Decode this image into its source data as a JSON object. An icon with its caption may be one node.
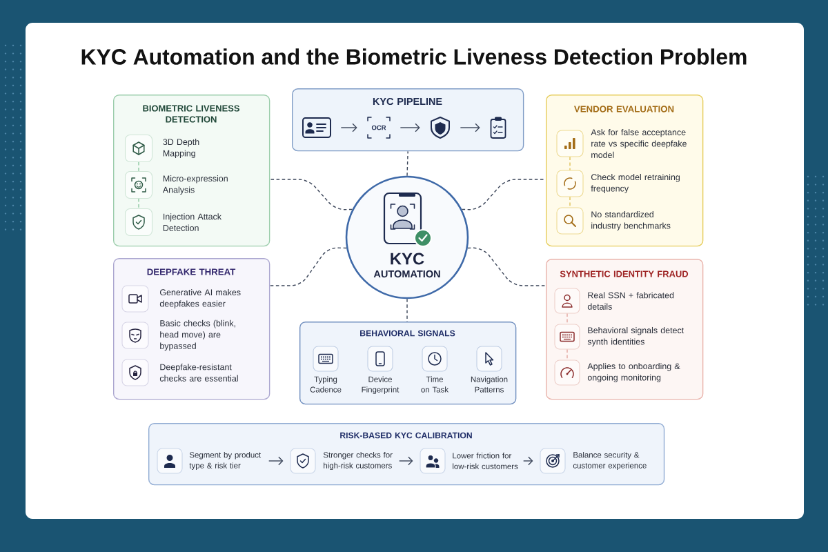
{
  "diagram": {
    "title": "KYC Automation and the Biometric Liveness Detection Problem",
    "nodes": [
      {
        "text": [
          "BIOMETRIC LIVENESS DETECTION"
        ]
      },
      {
        "text": [],
        "shape": "box",
        "in": 0,
        "beside": [
          "3D Depth Mapping"
        ]
      },
      {
        "text": [],
        "shape": "box",
        "in": 0,
        "beside": [
          "Micro-expression Analysis"
        ]
      },
      {
        "text": [],
        "shape": "box",
        "in": 0,
        "beside": [
          "Injection Attack Detection"
        ]
      },
      {
        "text": [
          "KYC PIPELINE"
        ]
      },
      {
        "text": [],
        "shape": "picture",
        "in": 4
      },
      {
        "text": [
          "OCR"
        ],
        "in": 4
      },
      {
        "text": [],
        "shape": "picture",
        "in": 4
      },
      {
        "text": [],
        "shape": "picture",
        "in": 4
      },
      {
        "text": [
          "VENDOR EVALUATION"
        ]
      },
      {
        "text": [],
        "shape": "box",
        "in": 9,
        "beside": [
          "Ask for false acceptance rate vs specific deepfake model"
        ]
      },
      {
        "text": [],
        "shape": "box",
        "in": 9,
        "beside": [
          "Check model retraining frequency"
        ]
      },
      {
        "text": [],
        "shape": "box",
        "in": 9,
        "beside": [
          "No standardized industry benchmarks"
        ]
      },
      {
        "text": [
          "KYC",
          "AUTOMATION"
        ]
      },
      {
        "text": [
          "DEEPFAKE THREAT"
        ]
      },
      {
        "text": [],
        "shape": "box",
        "in": 14,
        "beside": [
          "Generative AI makes deepfakes easier"
        ]
      },
      {
        "text": [],
        "shape": "box",
        "in": 14,
        "beside": [
          "Basic checks (blink, head move) are bypassed"
        ]
      },
      {
        "text": [],
        "shape": "box",
        "in": 14,
        "beside": [
          "Deepfake-resistant checks are essential"
        ]
      },
      {
        "text": [
          "SYNTHETIC IDENTITY FRAUD"
        ]
      },
      {
        "text": [],
        "shape": "box",
        "in": 18,
        "beside": [
          "Real SSN + fabricated details"
        ]
      },
      {
        "text": [],
        "shape": "box",
        "in": 18,
        "beside": [
          "Behavioral signals detect synth identities"
        ]
      },
      {
        "text": [],
        "shape": "box",
        "in": 18,
        "beside": [
          "Applies to onboarding & ongoing monitoring"
        ]
      },
      {
        "text": [
          "BEHAVIORAL SIGNALS"
        ]
      },
      {
        "text": [],
        "shape": "box",
        "in": 22,
        "beside": [
          "Typing Cadence"
        ]
      },
      {
        "text": [],
        "shape": "box",
        "in": 22,
        "beside": [
          "Device Fingerprint"
        ]
      },
      {
        "text": [],
        "shape": "box",
        "in": 22,
        "beside": [
          "Time on Task"
        ]
      },
      {
        "text": [],
        "shape": "box",
        "in": 22,
        "beside": [
          "Navigation Patterns"
        ]
      },
      {
        "text": [
          "RISK-BASED KYC CALIBRATION"
        ]
      },
      {
        "text": [],
        "shape": "box",
        "in": 27,
        "beside": [
          "Segment by product type & risk tier"
        ]
      },
      {
        "text": [],
        "shape": "box",
        "in": 27,
        "beside": [
          "Stronger checks for high-risk customers"
        ]
      },
      {
        "text": [],
        "shape": "box",
        "in": 27,
        "beside": [
          "Lower friction for low-risk customers"
        ]
      },
      {
        "text": [],
        "shape": "box",
        "in": 27,
        "beside": [
          "Balance security & customer experience"
        ]
      }
    ],
    "edges": [
      {
        "from": 13,
        "to": 0,
        "arrow": "none",
        "style": "dashed"
      },
      {
        "from": 13,
        "to": 4,
        "arrow": "none",
        "style": "dashed"
      },
      {
        "from": 13,
        "to": 9,
        "arrow": "none",
        "style": "dashed"
      },
      {
        "from": 13,
        "to": 14,
        "arrow": "none",
        "style": "dashed"
      },
      {
        "from": 13,
        "to": 18,
        "arrow": "none",
        "style": "dashed"
      },
      {
        "from": 13,
        "to": 22,
        "arrow": "none",
        "style": "dashed"
      },
      {
        "from": 1,
        "to": 2,
        "arrow": "none",
        "style": "dashed",
        "color": "#8cc7a0"
      },
      {
        "from": 2,
        "to": 3,
        "arrow": "none",
        "style": "dashed",
        "color": "#8cc7a0"
      },
      {
        "from": 5,
        "to": 6,
        "arrow": "to"
      },
      {
        "from": 6,
        "to": 7,
        "arrow": "to"
      },
      {
        "from": 7,
        "to": 8,
        "arrow": "to"
      },
      {
        "from": 10,
        "to": 11,
        "arrow": "none",
        "style": "dashed",
        "color": "#dfc055"
      },
      {
        "from": 11,
        "to": 12,
        "arrow": "none",
        "style": "dashed",
        "color": "#dfc055"
      },
      {
        "from": 19,
        "to": 20,
        "arrow": "none",
        "style": "dashed",
        "color": "#e2a59e"
      },
      {
        "from": 20,
        "to": 21,
        "arrow": "none",
        "style": "dashed",
        "color": "#e2a59e"
      },
      {
        "from": 28,
        "to": 29,
        "arrow": "to"
      },
      {
        "from": 29,
        "to": 30,
        "arrow": "to"
      },
      {
        "from": 30,
        "to": 31,
        "arrow": "to"
      }
    ]
  }
}
